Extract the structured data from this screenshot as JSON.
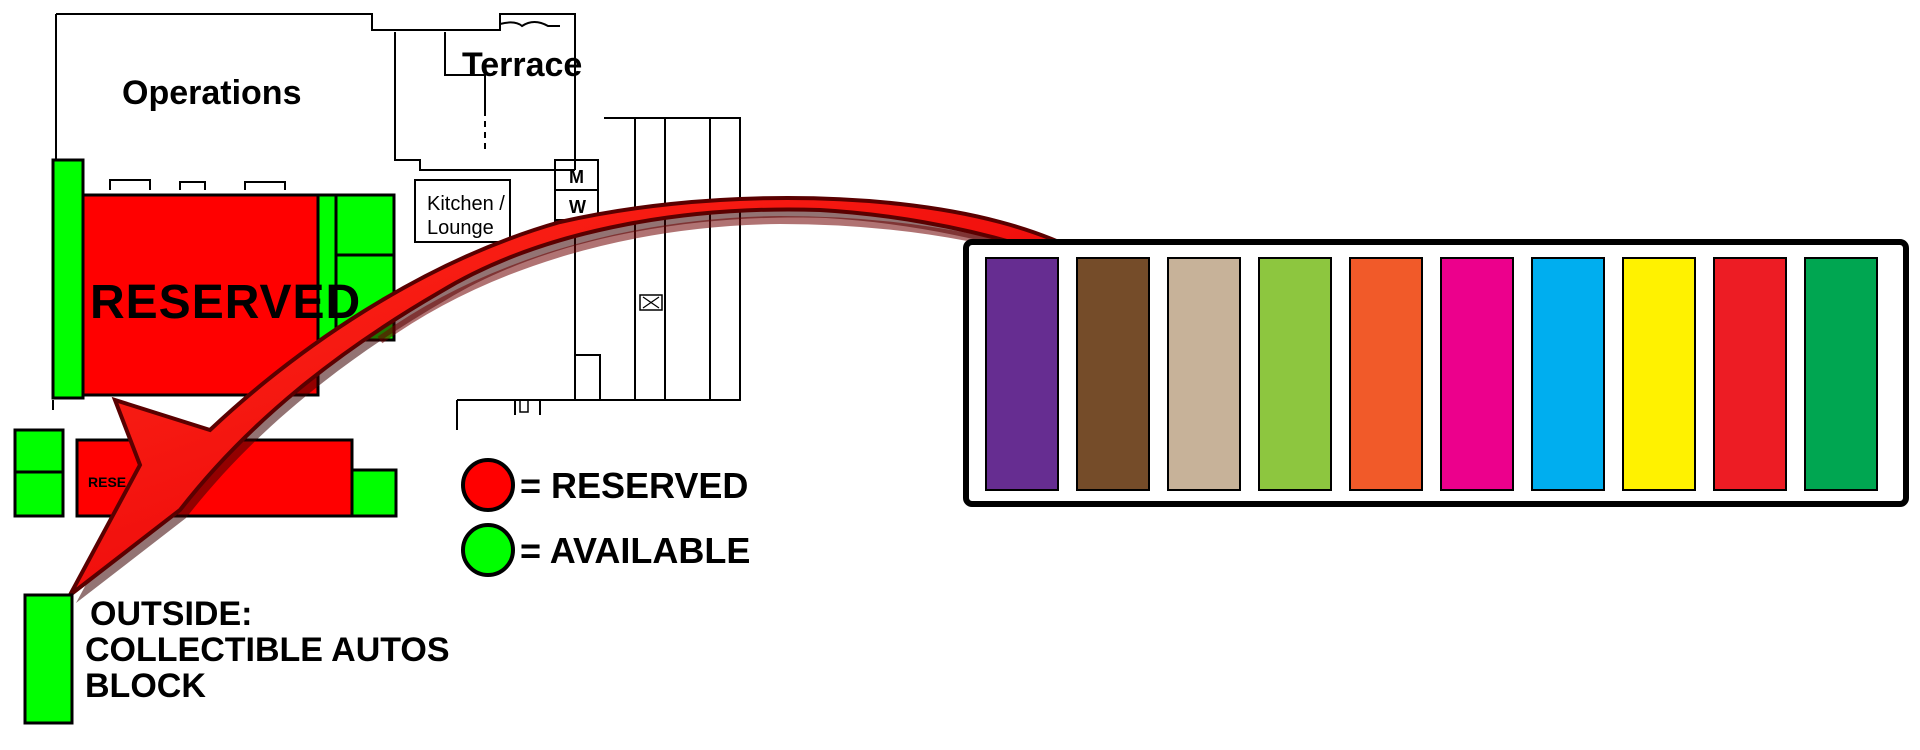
{
  "floorplan": {
    "rooms": {
      "operations": "Operations",
      "terrace": "Terrace",
      "kitchen_line1": "Kitchen /",
      "kitchen_line2": "Lounge",
      "restroom_men": "M",
      "restroom_women": "W"
    },
    "blocks": {
      "main_reserved": "RESERVED",
      "lower_reserved": "RESE"
    }
  },
  "legend": {
    "reserved": {
      "label": "= RESERVED",
      "color": "#ff0000"
    },
    "available": {
      "label": "= AVAILABLE",
      "color": "#00ff00"
    }
  },
  "outside": {
    "line1": "OUTSIDE:",
    "line2": "COLLECTIBLE AUTOS",
    "line3": "BLOCK",
    "color": "#00ff00"
  },
  "arrow": {
    "color": "#ff0000"
  },
  "swatches": {
    "colors": [
      "#662d91",
      "#754c29",
      "#c7b299",
      "#8dc63f",
      "#f15a29",
      "#ec008c",
      "#00aeef",
      "#fff200",
      "#ed1c24",
      "#00a651"
    ]
  }
}
